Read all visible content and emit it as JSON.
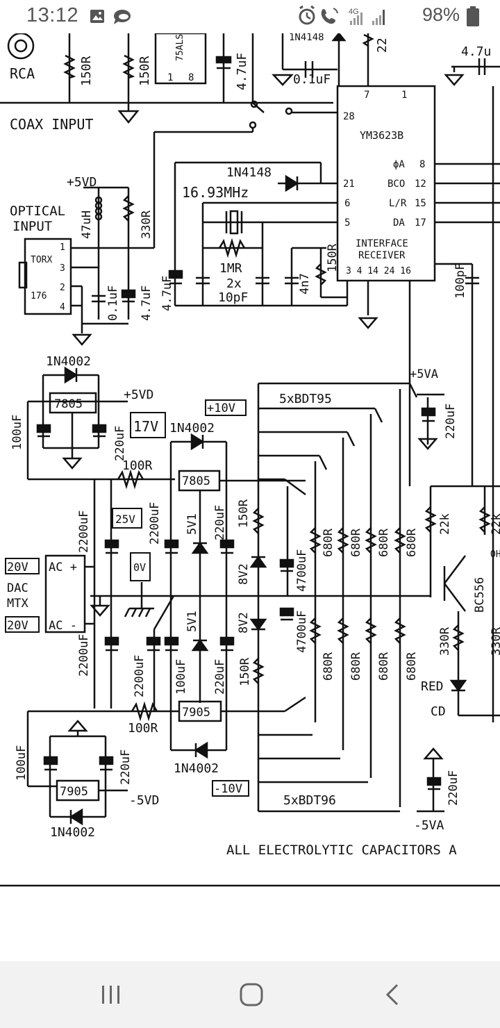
{
  "status_bar": {
    "time": "13:12",
    "left_icons": [
      "image-icon",
      "chat-bubble-icon"
    ],
    "right_icons": [
      "alarm-icon",
      "wifi-call-icon",
      "signal-4g-icon",
      "signal-bars-icon",
      "battery-icon"
    ],
    "network": "4G",
    "battery": "98%"
  },
  "schematic": {
    "labels": {
      "rca": "RCA",
      "coax_input": "COAX INPUT",
      "r150a": "150R",
      "r150b": "150R",
      "chip_75als": "75ALS",
      "pin1": "1",
      "pin8": "8",
      "cap_4u7_top": "4.7uF",
      "diode_1n4148_top": "1N4148",
      "cap_01uf_top": "0.1uF",
      "r22": "22",
      "cap_4u7_right": "4.7u",
      "ym_chip": "YM3623B",
      "ym_pin7": "7",
      "ym_pin1": "1",
      "ym_pin28": "28",
      "ym_pin21": "21",
      "ym_pin6": "6",
      "ym_pin5": "5",
      "ym_phiA": "ϕA",
      "ym_pin8": "8",
      "ym_bco": "BCO",
      "ym_pin12": "12",
      "ym_lr": "L/R",
      "ym_pin15": "15",
      "ym_da": "DA",
      "ym_pin17": "17",
      "ym_interface": "INTERFACE",
      "ym_receiver": "RECEIVER",
      "ym_bottom_pins": "3  4  14 24 16",
      "diode_1n4148_mid": "1N4148",
      "crystal": "16.93MHz",
      "plus5vd_top": "+5VD",
      "optical_input_1": "OPTICAL",
      "optical_input_2": "INPUT",
      "inductor": "47uH",
      "r330": "330R",
      "torx": "TORX",
      "torx_num": "176",
      "torx_p1": "1",
      "torx_p3": "3",
      "torx_p2": "2",
      "torx_p4": "4",
      "cap_01uf_opt": "0.1uF",
      "cap_4u7_opt": "4.7uF",
      "cap_4u7_left": "4.7uF",
      "r1mr": "1MR",
      "cap_2x": "2x",
      "cap_10pf": "10pF",
      "cap_4n7": "4n7",
      "r150_recv": "150R",
      "cap_100pf": "100pF",
      "diode_1n4002_top": "1N4002",
      "reg_7805_a": "7805",
      "cap_100uf_a": "100uF",
      "cap_220uf_a": "220uF",
      "plus5vd_mid": "+5VD",
      "plus10v": "+10V",
      "v17": "17V",
      "diode_1n4002_b": "1N4002",
      "reg_7805_b": "7805",
      "r100_top": "100R",
      "v25": "25V",
      "cap_2200_a": "2200uF",
      "cap_2200_b": "2200uF",
      "zener_5v1_a": "5V1",
      "cap_220_b": "220uF",
      "r150_q": "150R",
      "zener_8v2_a": "8V2",
      "cap_4700_a": "4700uF",
      "bdt95": "5xBDT95",
      "plus5va": "+5VA",
      "cap_220_va": "220uF",
      "r680_1": "680R",
      "r680_2": "680R",
      "r680_3": "680R",
      "r680_4": "680R",
      "r22k": "22k",
      "bc556": "BC556",
      "r330_led": "330R",
      "red": "RED",
      "cd": "CD",
      "ac20_a": "20V",
      "ac_plus": "AC +",
      "dac": "DAC",
      "mtx": "MTX",
      "ac20_b": "20V",
      "ac_minus": "AC -",
      "ov": "0V",
      "cap_2200_c": "2200uF",
      "cap_2200_d": "2200uF",
      "cap_100uf_b": "100uF",
      "zener_5v1_b": "5V1",
      "cap_220_c": "220uF",
      "zener_8v2_b": "8V2",
      "cap_4700_b": "4700uF",
      "r150_q2": "150R",
      "r680_5": "680R",
      "r680_6": "680R",
      "r680_7": "680R",
      "r680_8": "680R",
      "r100_bot": "100R",
      "reg_7905_a": "7905",
      "diode_1n4002_c": "1N4002",
      "cap_100uf_c": "100uF",
      "cap_220_d": "220uF",
      "reg_7905_b": "7905",
      "minus5vd": "-5VD",
      "diode_1n4002_d": "1N4002",
      "minus10v": "-10V",
      "bdt96": "5xBDT96",
      "cap_220_e": "220uF",
      "minus5va": "-5VA",
      "footer_note": "ALL ELECTROLYTIC CAPACITORS A",
      "r22k_b": "22k",
      "r330_b": "330R",
      "oh": "OH"
    }
  },
  "nav_bar": {
    "buttons": [
      "recent-apps-icon",
      "home-icon",
      "back-icon"
    ]
  }
}
